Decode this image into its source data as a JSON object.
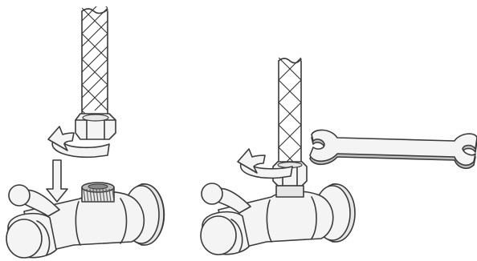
{
  "diagram": {
    "steps": [
      {
        "id": "step-1",
        "parts": [
          "braided-hose",
          "hex-nut",
          "angle-valve",
          "threaded-outlet"
        ],
        "motion": [
          "rotate-clockwise-arrow",
          "down-arrow"
        ]
      },
      {
        "id": "step-2",
        "parts": [
          "braided-hose",
          "hex-nut",
          "angle-valve",
          "open-end-wrench"
        ],
        "motion": [
          "rotate-clockwise-arrow"
        ]
      }
    ],
    "colors": {
      "outline": "#3a3a3a",
      "body": "#f4f4f4",
      "shade": "#e6e6e6",
      "nut_dark": "#bdbdbd",
      "background": "#ffffff"
    }
  }
}
